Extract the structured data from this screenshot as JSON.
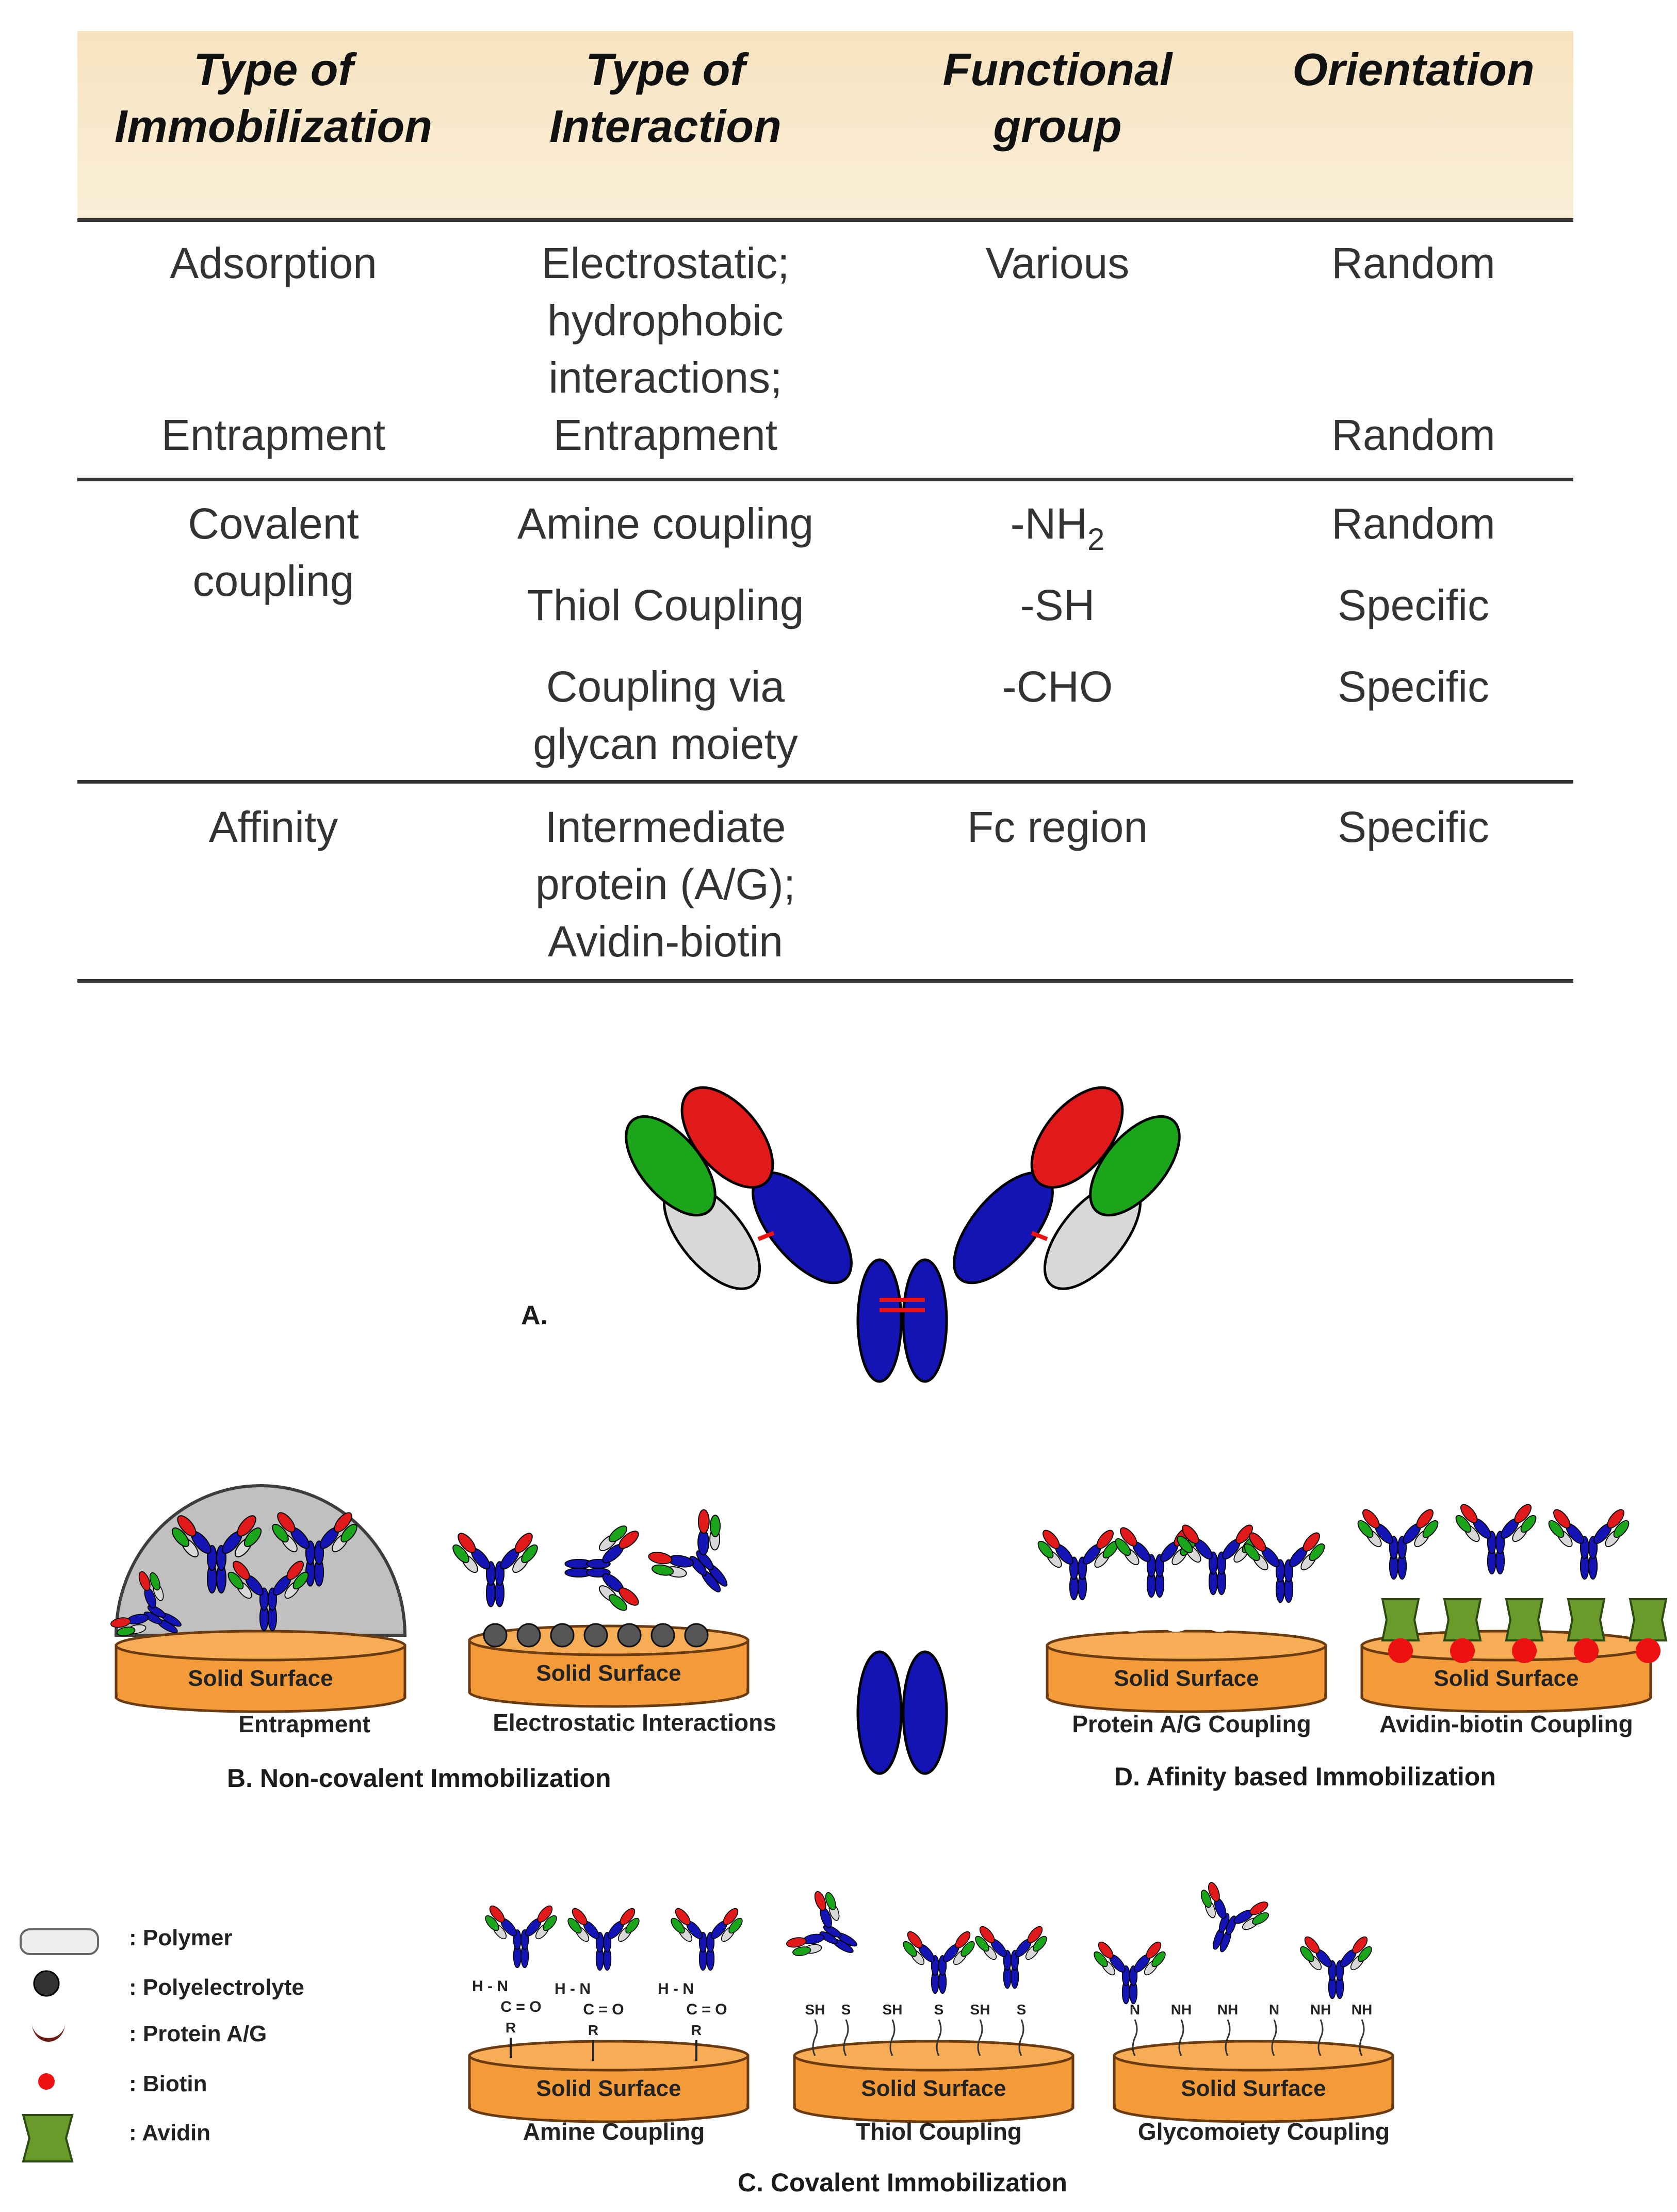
{
  "table": {
    "headers": [
      {
        "line1": "Type of",
        "line2": "Immobilization"
      },
      {
        "line1": "Type of",
        "line2": "Interaction"
      },
      {
        "line1": "Functional",
        "line2": "group"
      },
      {
        "line1": "Orientation",
        "line2": ""
      }
    ],
    "rows": {
      "adsorption": {
        "type": "Adsorption",
        "interaction": [
          "Electrostatic;",
          "hydrophobic",
          "interactions;"
        ],
        "group": "Various",
        "orientation": "Random"
      },
      "entrapment": {
        "type": "Entrapment",
        "interaction": "Entrapment",
        "orientation": "Random"
      },
      "covalent": {
        "type": [
          "Covalent",
          "coupling"
        ]
      },
      "amine": {
        "interaction": "Amine coupling",
        "group_main": "-NH",
        "group_sub": "2",
        "orientation": "Random"
      },
      "thiol": {
        "interaction": "Thiol Coupling",
        "group": "-SH",
        "orientation": "Specific"
      },
      "glycan": {
        "interaction": [
          "Coupling via",
          "glycan moiety"
        ],
        "group": "-CHO",
        "orientation": "Specific"
      },
      "affinity": {
        "type": "Affinity",
        "interaction": [
          "Intermediate",
          "protein (A/G);",
          "Avidin-biotin"
        ],
        "group": "Fc region",
        "orientation": "Specific"
      }
    }
  },
  "figure": {
    "panel_a_label": "A.",
    "surface_label": "Solid Surface",
    "panel_b": {
      "title": "B.  Non-covalent Immobilization",
      "entrapment": "Entrapment",
      "electrostatic": "Electrostatic Interactions"
    },
    "panel_c": {
      "title": "C.   Covalent Immobilization",
      "amine": "Amine Coupling",
      "thiol": "Thiol Coupling",
      "glyco": "Glycomoiety  Coupling"
    },
    "panel_d": {
      "title": "D.   Afinity based Immobilization",
      "protein_ag": "Protein A/G Coupling",
      "avidin_biotin": "Avidin-biotin Coupling"
    },
    "legend": [
      {
        "label": ":  Polymer",
        "icon": "polymer-swatch"
      },
      {
        "label": ":  Polyelectrolyte",
        "icon": "polyelectrolyte-icon"
      },
      {
        "label": ":  Protein A/G",
        "icon": "protein-ag-icon"
      },
      {
        "label": ":  Biotin",
        "icon": "biotin-dot"
      },
      {
        "label": ":  Avidin",
        "icon": "avidin-icon"
      }
    ],
    "chem": {
      "amine_h": "H - N",
      "amine_co": "C = O",
      "amine_r": "R",
      "thiol_sh": "SH",
      "thiol_s": "S",
      "glyco_nh2": "NH",
      "glyco_n": "N"
    },
    "colors": {
      "surface": "#f29b38",
      "surface_edge": "#6a3a10",
      "heavy_chain": "#1414b4",
      "variable_light": "#e01a1a",
      "constant_light": "#d8d8d8",
      "green_domain": "#1aa51a",
      "avidin": "#6a9a2a",
      "biotin": "#ee1111",
      "protein_ag": "#6b1e16"
    }
  }
}
